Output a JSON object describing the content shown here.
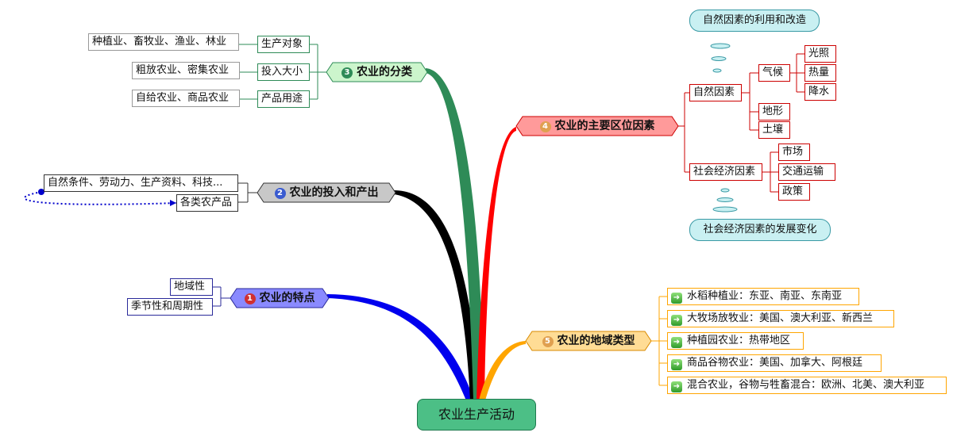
{
  "root": {
    "label": "农业生产活动"
  },
  "branch1": {
    "number": "1",
    "title": "农业的特点",
    "items": [
      "地域性",
      "季节性和周期性"
    ]
  },
  "branch2": {
    "number": "2",
    "title": "农业的投入和产出",
    "items": [
      "自然条件、劳动力、生产资料、科技...",
      "各类农产品"
    ]
  },
  "branch3": {
    "number": "3",
    "title": "农业的分类",
    "items": [
      {
        "label": "生产对象",
        "detail": "种植业、畜牧业、渔业、林业"
      },
      {
        "label": "投入大小",
        "detail": "粗放农业、密集农业"
      },
      {
        "label": "产品用途",
        "detail": "自给农业、商品农业"
      }
    ]
  },
  "branch4": {
    "number": "4",
    "title": "农业的主要区位因素",
    "natural": {
      "label": "自然因素",
      "climate": "气候",
      "climate_items": [
        "光照",
        "热量",
        "降水"
      ],
      "others": [
        "地形",
        "土壤"
      ]
    },
    "social": {
      "label": "社会经济因素",
      "items": [
        "市场",
        "交通运输",
        "政策"
      ]
    },
    "callout_top": "自然因素的利用和改造",
    "callout_bottom": "社会经济因素的发展变化"
  },
  "branch5": {
    "number": "5",
    "title": "农业的地域类型",
    "items": [
      "水稻种植业：东亚、南亚、东南亚",
      "大牧场放牧业：美国、澳大利亚、新西兰",
      "种植园农业：热带地区",
      "商品谷物农业：美国、加拿大、阿根廷",
      "混合农业，谷物与牲畜混合：欧洲、北美、澳大利亚"
    ]
  },
  "colors": {
    "branch1": "#0000ee",
    "branch2": "#000000",
    "branch3": "#2e8b57",
    "branch4": "#ff0000",
    "branch5": "#ffa500"
  }
}
